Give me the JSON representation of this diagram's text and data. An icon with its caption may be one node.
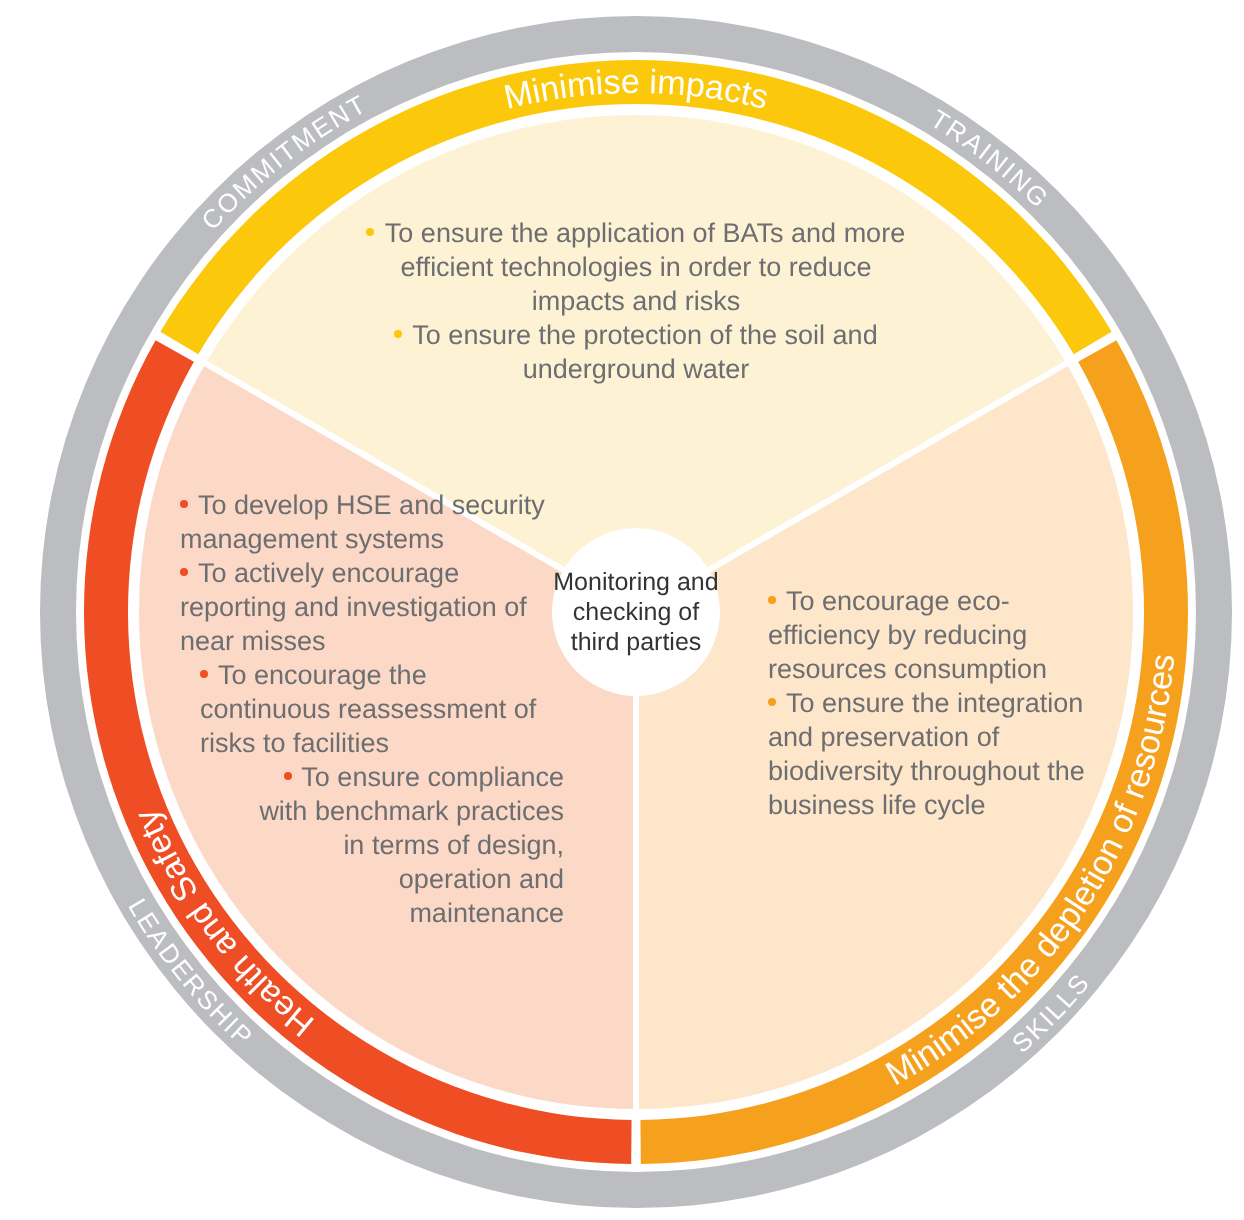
{
  "diagram": {
    "nodes": [
      {
        "text": [
          "COMMITMENT",
          "TRAINING",
          "SKILLS",
          "LEADERSHIP"
        ]
      },
      {
        "text": [
          "Minimise impacts",
          "To ensure the application of BATs and more efficient technologies in order to reduce impacts and risks",
          "To ensure the protection of the soil and underground water"
        ],
        "in": 0
      },
      {
        "text": [
          "Health and Safety",
          "To develop HSE and security management systems",
          "To actively encourage reporting and investigation of near misses",
          "To encourage the continuous reassessment of risks to facilities",
          "To ensure compliance with benchmark practices in terms of design, operation and maintenance"
        ],
        "in": 0
      },
      {
        "text": [
          "Minimise the depletion of resources",
          "To encourage eco-efficiency by reducing resources consumption",
          "To ensure the integration and preservation of biodiversity throughout the business life cycle"
        ],
        "in": 0
      },
      {
        "text": [
          "Monitoring and checking of third parties"
        ],
        "in": 0
      }
    ]
  }
}
